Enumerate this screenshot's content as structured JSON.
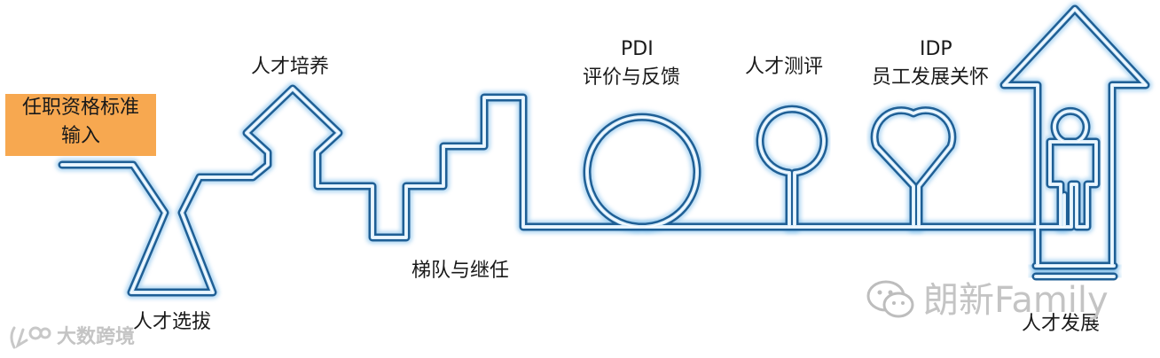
{
  "steps": {
    "input_line1": "任职资格标准",
    "input_line2": "输入",
    "selection": "人才选拔",
    "training": "人才培养",
    "succession": "梯队与继任",
    "pdi_title": "PDI",
    "pdi_sub": "评价与反馈",
    "assessment": "人才测评",
    "idp_title": "IDP",
    "idp_sub": "员工发展关怀",
    "development": "人才发展"
  },
  "watermarks": {
    "left": "大数跨境",
    "right": "朗新Family"
  },
  "colors": {
    "box": "#f7a850",
    "tube_outer": "#1f5f95",
    "tube_inner": "#d6ecfb",
    "tube_glow": "#6fb6e8"
  }
}
